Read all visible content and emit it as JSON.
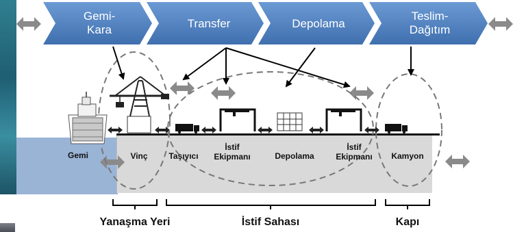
{
  "process_steps": [
    {
      "label_line1": "Gemi-",
      "label_line2": "Kara"
    },
    {
      "label_line1": "Transfer",
      "label_line2": ""
    },
    {
      "label_line1": "Depolama",
      "label_line2": ""
    },
    {
      "label_line1": "Teslim-",
      "label_line2": "Dağıtım"
    }
  ],
  "equipment": {
    "gemi": "Gemi",
    "vinc": "Vinç",
    "tasiyici": "Taşıyıcı",
    "istif1_line1": "İstif",
    "istif1_line2": "Ekipmanı",
    "depolama": "Depolama",
    "istif2_line1": "İstif",
    "istif2_line2": "Ekipmanı",
    "kamyon": "Kamyon"
  },
  "zones": {
    "yanasma": "Yanaşma Yeri",
    "istif_sahasi": "İstif Sahası",
    "kapi": "Kapı"
  },
  "colors": {
    "chevron_fill": "#4f81bd",
    "water": "#9ab4d6",
    "quay": "#d9d9d9",
    "arrow_grey": "#8a8a8a"
  },
  "icons": [
    "double-arrow-icon",
    "ship-icon",
    "crane-icon",
    "truck-icon",
    "straddle-carrier-icon",
    "container-stack-icon"
  ]
}
